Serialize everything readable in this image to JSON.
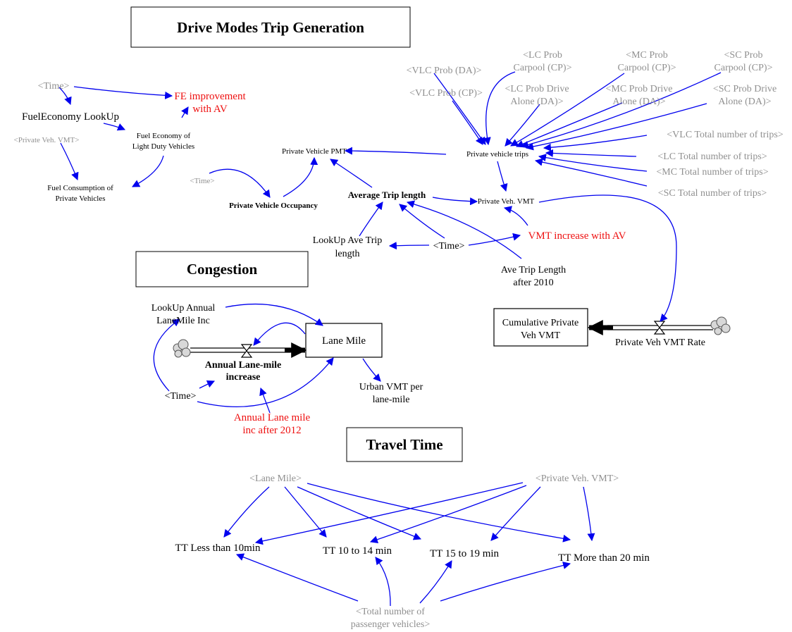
{
  "colors": {
    "arrow": "#0000ee",
    "normal_text": "#000000",
    "shadow_text": "#909090",
    "highlight_text": "#ee1010",
    "box_border": "#000000"
  },
  "sections": {
    "drive_modes": "Drive Modes Trip Generation",
    "congestion": "Congestion",
    "travel_time": "Travel Time"
  },
  "variables": {
    "time_top": "<Time>",
    "fuel_economy_lookup": "FuelEconomy LookUp",
    "fe_improvement": [
      "FE improvement",
      "with AV"
    ],
    "fuel_economy_ldv": [
      "Fuel Economy of",
      "Light Duty Vehicles"
    ],
    "private_veh_vmt_shadow_left": "<Private Veh. VMT>",
    "fuel_consumption": [
      "Fuel Consumption of",
      "Private Vehicles"
    ],
    "private_vehicle_pmt": "Private Vehicle PMT",
    "time_small": "<Time>",
    "private_vehicle_occupancy": "Private Vehicle Occupancy",
    "vlc_prob_da": "<VLC Prob (DA)>",
    "vlc_prob_cp": "<VLC Prob (CP)>",
    "lc_prob_cp": [
      "<LC Prob",
      "Carpool (CP)>"
    ],
    "lc_prob_da": [
      "<LC Prob Drive",
      "Alone (DA)>"
    ],
    "mc_prob_cp": [
      "<MC Prob",
      "Carpool (CP)>"
    ],
    "mc_prob_da": [
      "<MC Prob Drive",
      "Alone (DA)>"
    ],
    "sc_prob_cp": [
      "<SC Prob",
      "Carpool (CP)>"
    ],
    "sc_prob_da": [
      "<SC Prob Drive",
      "Alone (DA)>"
    ],
    "private_vehicle_trips": "Private vehicle trips",
    "vlc_total_trips": "<VLC Total number of trips>",
    "lc_total_trips": "<LC Total number of trips>",
    "mc_total_trips": "<MC Total number of trips>",
    "sc_total_trips": "<SC Total number of trips>",
    "average_trip_length": "Average Trip length",
    "private_veh_vmt": "Private Veh. VMT",
    "lookup_ave_trip_length": [
      "LookUp Ave Trip",
      "length"
    ],
    "time_mid": "<Time>",
    "vmt_increase_av": "VMT increase with AV",
    "ave_trip_length_2010": [
      "Ave Trip Length",
      "after 2010"
    ],
    "lookup_annual_lanemile": [
      "LookUp Annual",
      "LaneMile Inc"
    ],
    "lane_mile": "Lane Mile",
    "annual_lane_mile_increase": [
      "Annual Lane-mile",
      "increase"
    ],
    "time_congestion": "<Time>",
    "urban_vmt_per_lane_mile": [
      "Urban VMT per",
      "lane-mile"
    ],
    "annual_lane_mile_2012": [
      "Annual Lane mile",
      "inc after 2012"
    ],
    "cumulative_private_veh_vmt": [
      "Cumulative Private",
      "Veh VMT"
    ],
    "private_veh_vmt_rate": "Private Veh VMT Rate",
    "lane_mile_shadow": "<Lane Mile>",
    "private_veh_vmt_shadow_right": "<Private Veh. VMT>",
    "tt_less_10": "TT Less than 10min",
    "tt_10_14": "TT 10 to 14 min",
    "tt_15_19": "TT 15 to 19 min",
    "tt_more_20": "TT More than 20 min",
    "total_passenger_vehicles": [
      "<Total number of",
      "passenger vehicles>"
    ]
  }
}
